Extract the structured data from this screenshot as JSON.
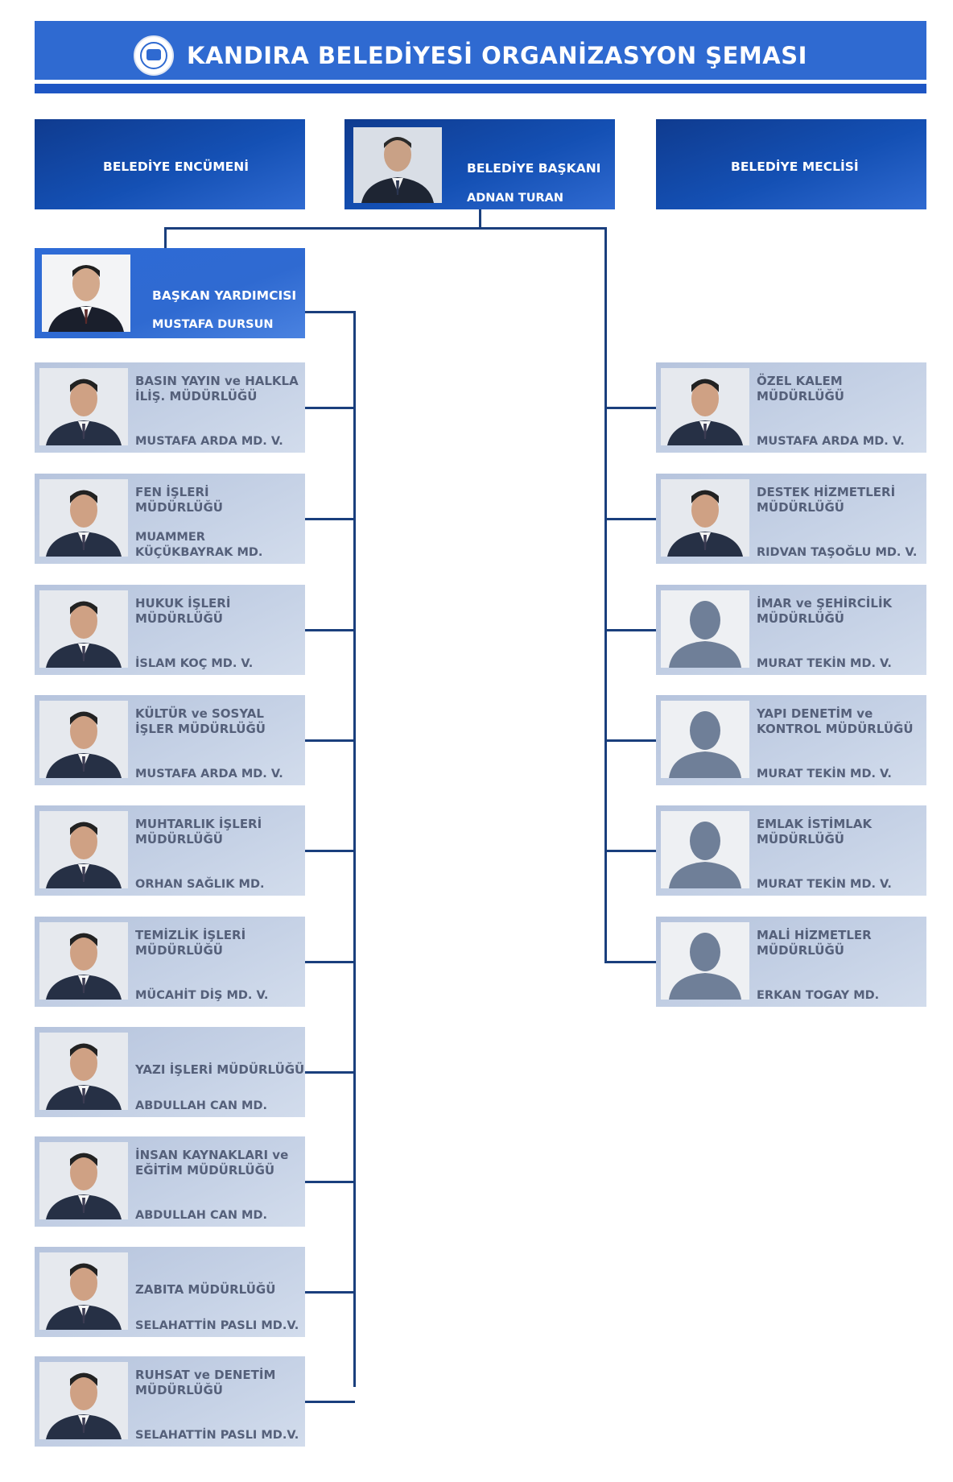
{
  "header": {
    "title": "KANDIRA BELEDİYESİ   ORGANİZASYON ŞEMASI",
    "logo_icon": "municipality-seal-icon"
  },
  "top": {
    "encumen": "BELEDİYE ENCÜMENİ",
    "mayor_title": "BELEDİYE BAŞKANI",
    "mayor_name": "ADNAN TURAN",
    "meclis": "BELEDİYE MECLİSİ"
  },
  "deputy": {
    "title": "BAŞKAN YARDIMCISI",
    "name": "MUSTAFA DURSUN"
  },
  "left": [
    {
      "l1": "BASIN YAYIN ve HALKLA",
      "l2": "İLİŞ. MÜDÜRLÜĞÜ",
      "name": "MUSTAFA ARDA MD. V."
    },
    {
      "l1": "FEN İŞLERİ",
      "l2": "MÜDÜRLÜĞÜ",
      "name": "MUAMMER\nKÜÇÜKBAYRAK MD."
    },
    {
      "l1": "HUKUK İŞLERİ",
      "l2": "MÜDÜRLÜĞÜ",
      "name": "İSLAM KOÇ MD. V."
    },
    {
      "l1": "KÜLTÜR ve SOSYAL",
      "l2": "İŞLER MÜDÜRLÜĞÜ",
      "name": "MUSTAFA ARDA MD. V."
    },
    {
      "l1": "MUHTARLIK İŞLERİ",
      "l2": "MÜDÜRLÜĞÜ",
      "name": "ORHAN SAĞLIK MD."
    },
    {
      "l1": "TEMİZLİK İŞLERİ",
      "l2": "MÜDÜRLÜĞÜ",
      "name": "MÜCAHİT DİŞ MD. V."
    },
    {
      "l1": "YAZI İŞLERİ MÜDÜRLÜĞÜ",
      "l2": "",
      "name": "ABDULLAH CAN MD."
    },
    {
      "l1": "İNSAN KAYNAKLARI ve",
      "l2": "EĞİTİM MÜDÜRLÜĞÜ",
      "name": "ABDULLAH CAN MD."
    },
    {
      "l1": "ZABITA MÜDÜRLÜĞÜ",
      "l2": "",
      "name": "SELAHATTİN PASLI MD.V."
    },
    {
      "l1": "RUHSAT ve DENETİM",
      "l2": "MÜDÜRLÜĞÜ",
      "name": "SELAHATTİN PASLI MD.V."
    }
  ],
  "right": [
    {
      "l1": "ÖZEL KALEM",
      "l2": " MÜDÜRLÜĞÜ",
      "name": "MUSTAFA ARDA MD. V."
    },
    {
      "l1": "DESTEK HİZMETLERİ",
      "l2": "MÜDÜRLÜĞÜ",
      "name": "RIDVAN TAŞOĞLU MD. V."
    },
    {
      "l1": "İMAR ve ŞEHİRCİLİK",
      "l2": "MÜDÜRLÜĞÜ",
      "name": "MURAT TEKİN MD. V."
    },
    {
      "l1": "YAPI DENETİM ve",
      "l2": "KONTROL MÜDÜRLÜĞÜ",
      "name": "MURAT TEKİN MD. V."
    },
    {
      "l1": "EMLAK İSTİMLAK",
      "l2": "MÜDÜRLÜĞÜ",
      "name": "MURAT TEKİN MD. V."
    },
    {
      "l1": "MALİ HİZMETLER",
      "l2": "MÜDÜRLÜĞÜ",
      "name": "ERKAN TOGAY MD."
    }
  ],
  "colors": {
    "header": "#2f6ad1",
    "top_box": "#1450b4",
    "card": "#c6d2e6",
    "card_text": "#55607a",
    "connector": "#1a3f7d"
  }
}
